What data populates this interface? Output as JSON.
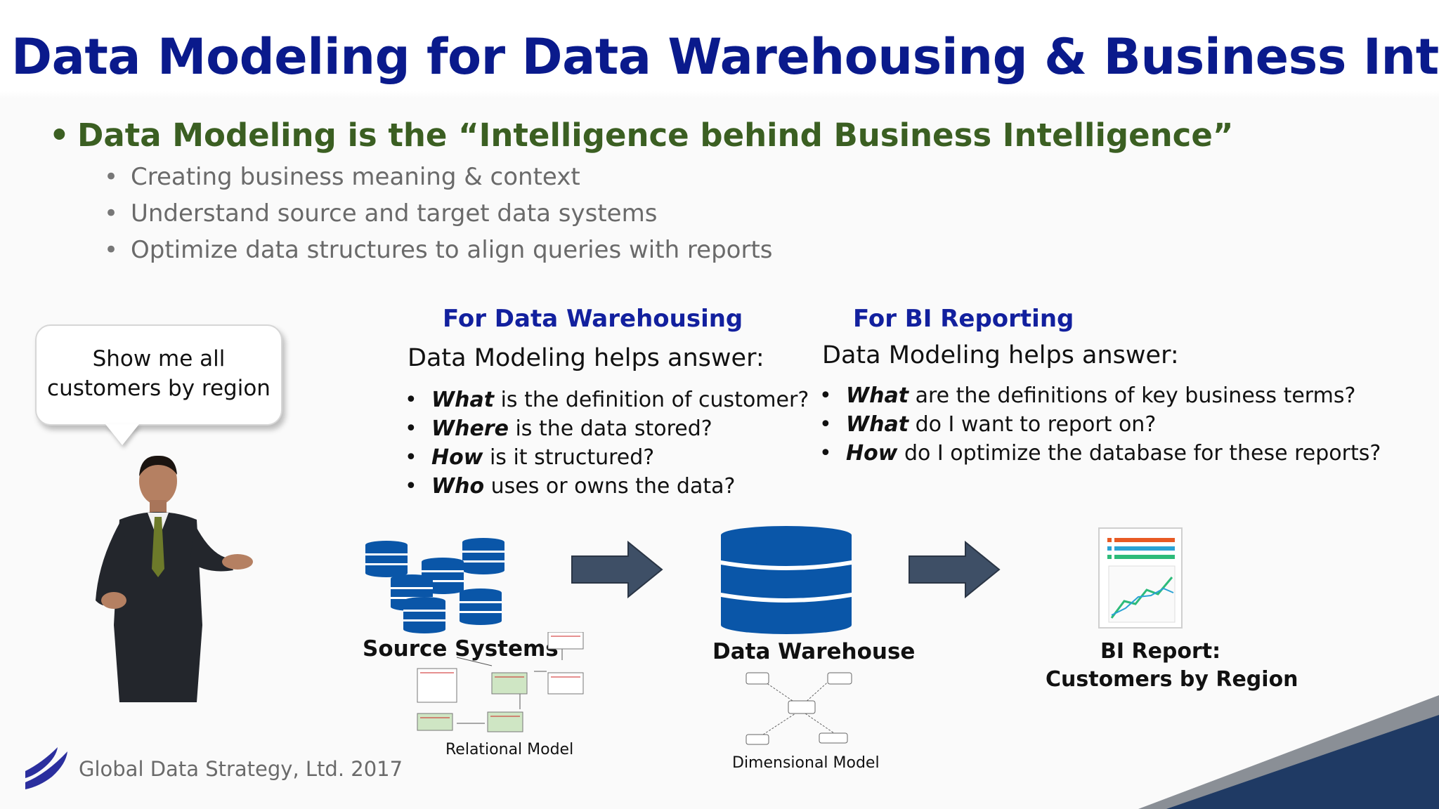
{
  "title": "Data Modeling for Data Warehousing & Business Intelligence",
  "main_bullet": "Data Modeling is the “Intelligence behind Business Intelligence”",
  "sub_bullets": [
    "Creating business meaning & context",
    "Understand source and target data systems",
    "Optimize data structures to align queries with reports"
  ],
  "speech_bubble": {
    "line1": "Show me all",
    "line2": "customers by region"
  },
  "warehousing": {
    "heading": "For Data Warehousing",
    "subheading": "Data Modeling helps answer:",
    "questions": [
      {
        "bold": "What",
        "rest": " is the definition of customer?"
      },
      {
        "bold": "Where",
        "rest": " is the data stored?"
      },
      {
        "bold": "How",
        "rest": " is it structured?"
      },
      {
        "bold": "Who",
        "rest": " uses or owns the data?"
      }
    ]
  },
  "reporting": {
    "heading": "For BI Reporting",
    "subheading": "Data Modeling helps answer:",
    "questions": [
      {
        "bold": "What",
        "rest": " are the definitions of key business terms?"
      },
      {
        "bold": "What",
        "rest": " do I want to report on?"
      },
      {
        "bold": "How",
        "rest": " do I optimize the database for these reports?"
      }
    ]
  },
  "flow": {
    "source_systems": "Source Systems",
    "relational_model": "Relational Model",
    "data_warehouse": "Data Warehouse",
    "dimensional_model": "Dimensional Model",
    "bi_report_line1": "BI Report:",
    "bi_report_line2": "Customers by Region"
  },
  "footer": "Global Data Strategy, Ltd. 2017",
  "colors": {
    "title": "#0a1a8c",
    "main_bullet": "#3b5f22",
    "heading": "#12209e",
    "database": "#0a56a8",
    "arrow": "#3e4f66",
    "corner_dark": "#1f3a64"
  }
}
